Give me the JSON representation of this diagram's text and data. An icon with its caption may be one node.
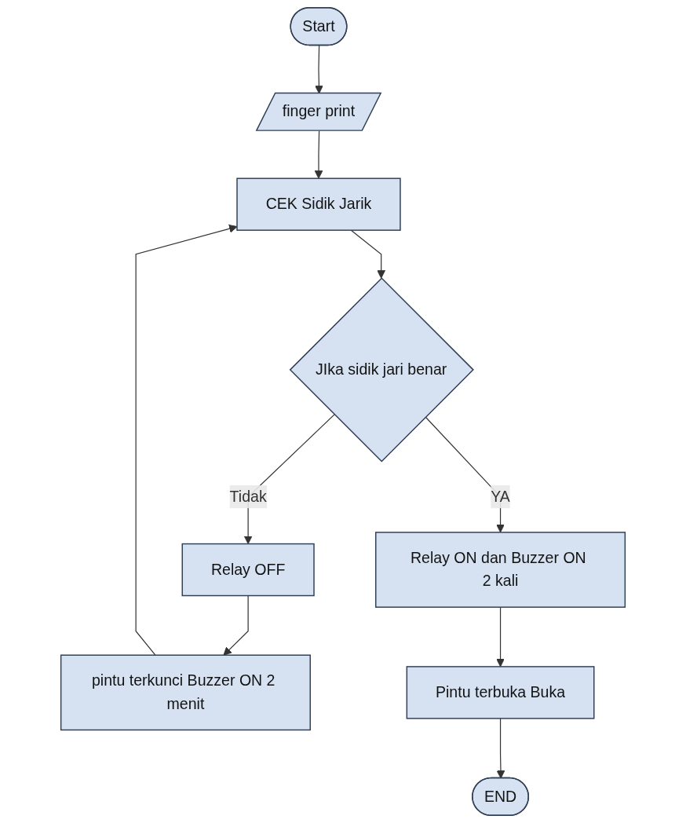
{
  "diagram": {
    "nodes": [
      {
        "text": [
          "Start"
        ]
      },
      {
        "text": [
          "finger print"
        ]
      },
      {
        "text": [
          "CEK Sidik Jarik"
        ]
      },
      {
        "text": [
          "JIka sidik jari benar"
        ]
      },
      {
        "text": [
          "Relay OFF"
        ]
      },
      {
        "text": [
          "pintu terkunci Buzzer ON 2 menit"
        ]
      },
      {
        "text": [
          "Relay ON dan Buzzer ON 2 kali"
        ]
      },
      {
        "text": [
          "Pintu terbuka Buka"
        ]
      },
      {
        "text": [
          "END"
        ]
      }
    ],
    "edges": [
      {
        "from": 0,
        "to": 1,
        "arrow": "to"
      },
      {
        "from": 1,
        "to": 2,
        "arrow": "to"
      },
      {
        "from": 2,
        "to": 3,
        "arrow": "to"
      },
      {
        "from": 3,
        "to": 4,
        "label": "Tidak",
        "arrow": "to"
      },
      {
        "from": 4,
        "to": 5,
        "arrow": "to"
      },
      {
        "from": 5,
        "to": 2,
        "arrow": "to"
      },
      {
        "from": 3,
        "to": 6,
        "label": "YA",
        "arrow": "to"
      },
      {
        "from": 6,
        "to": 7,
        "arrow": "to"
      },
      {
        "from": 7,
        "to": 8,
        "arrow": "to"
      }
    ]
  }
}
